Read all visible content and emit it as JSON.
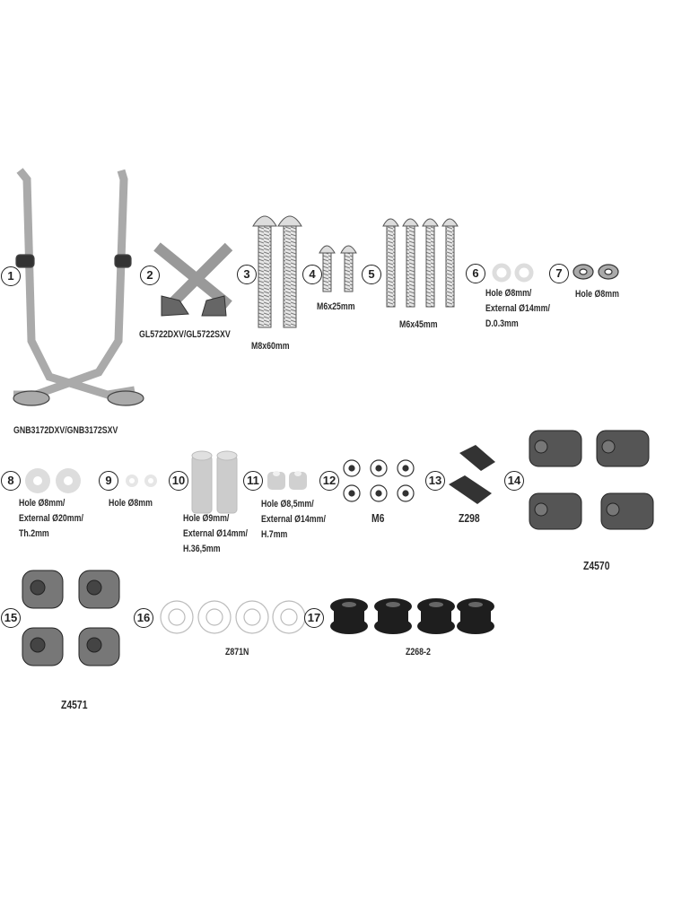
{
  "parts": [
    {
      "number": "1",
      "label_lines": [
        "GNB3172DXV/GNB3172SXV"
      ]
    },
    {
      "number": "2",
      "label_lines": [
        "GL5722DXV/GL5722SXV"
      ]
    },
    {
      "number": "3",
      "label_lines": [
        "M8x60mm"
      ]
    },
    {
      "number": "4",
      "label_lines": [
        "M6x25mm"
      ]
    },
    {
      "number": "5",
      "label_lines": [
        "M6x45mm"
      ]
    },
    {
      "number": "6",
      "label_lines": [
        "Hole Ø8mm/",
        "External Ø14mm/",
        "D.0.3mm"
      ]
    },
    {
      "number": "7",
      "label_lines": [
        "Hole Ø8mm"
      ]
    },
    {
      "number": "8",
      "label_lines": [
        "Hole Ø8mm/",
        "External Ø20mm/",
        "Th.2mm"
      ]
    },
    {
      "number": "9",
      "label_lines": [
        "Hole Ø8mm"
      ]
    },
    {
      "number": "10",
      "label_lines": [
        "Hole Ø9mm/",
        "External Ø14mm/",
        "H.36,5mm"
      ]
    },
    {
      "number": "11",
      "label_lines": [
        "Hole Ø8,5mm/",
        "External Ø14mm/",
        "H.7mm"
      ]
    },
    {
      "number": "12",
      "label_lines": [
        "M6"
      ]
    },
    {
      "number": "13",
      "label_lines": [
        "Z298"
      ]
    },
    {
      "number": "14",
      "label_lines": [
        "Z4570"
      ]
    },
    {
      "number": "15",
      "label_lines": [
        "Z4571"
      ]
    },
    {
      "number": "16",
      "label_lines": [
        "Z871N"
      ]
    },
    {
      "number": "17",
      "label_lines": [
        "Z268-2"
      ]
    }
  ],
  "colors": {
    "metal": "#9a9a9a",
    "dark": "#555555",
    "rubber": "#1e1e1e",
    "washer": "#d8d8d8"
  }
}
